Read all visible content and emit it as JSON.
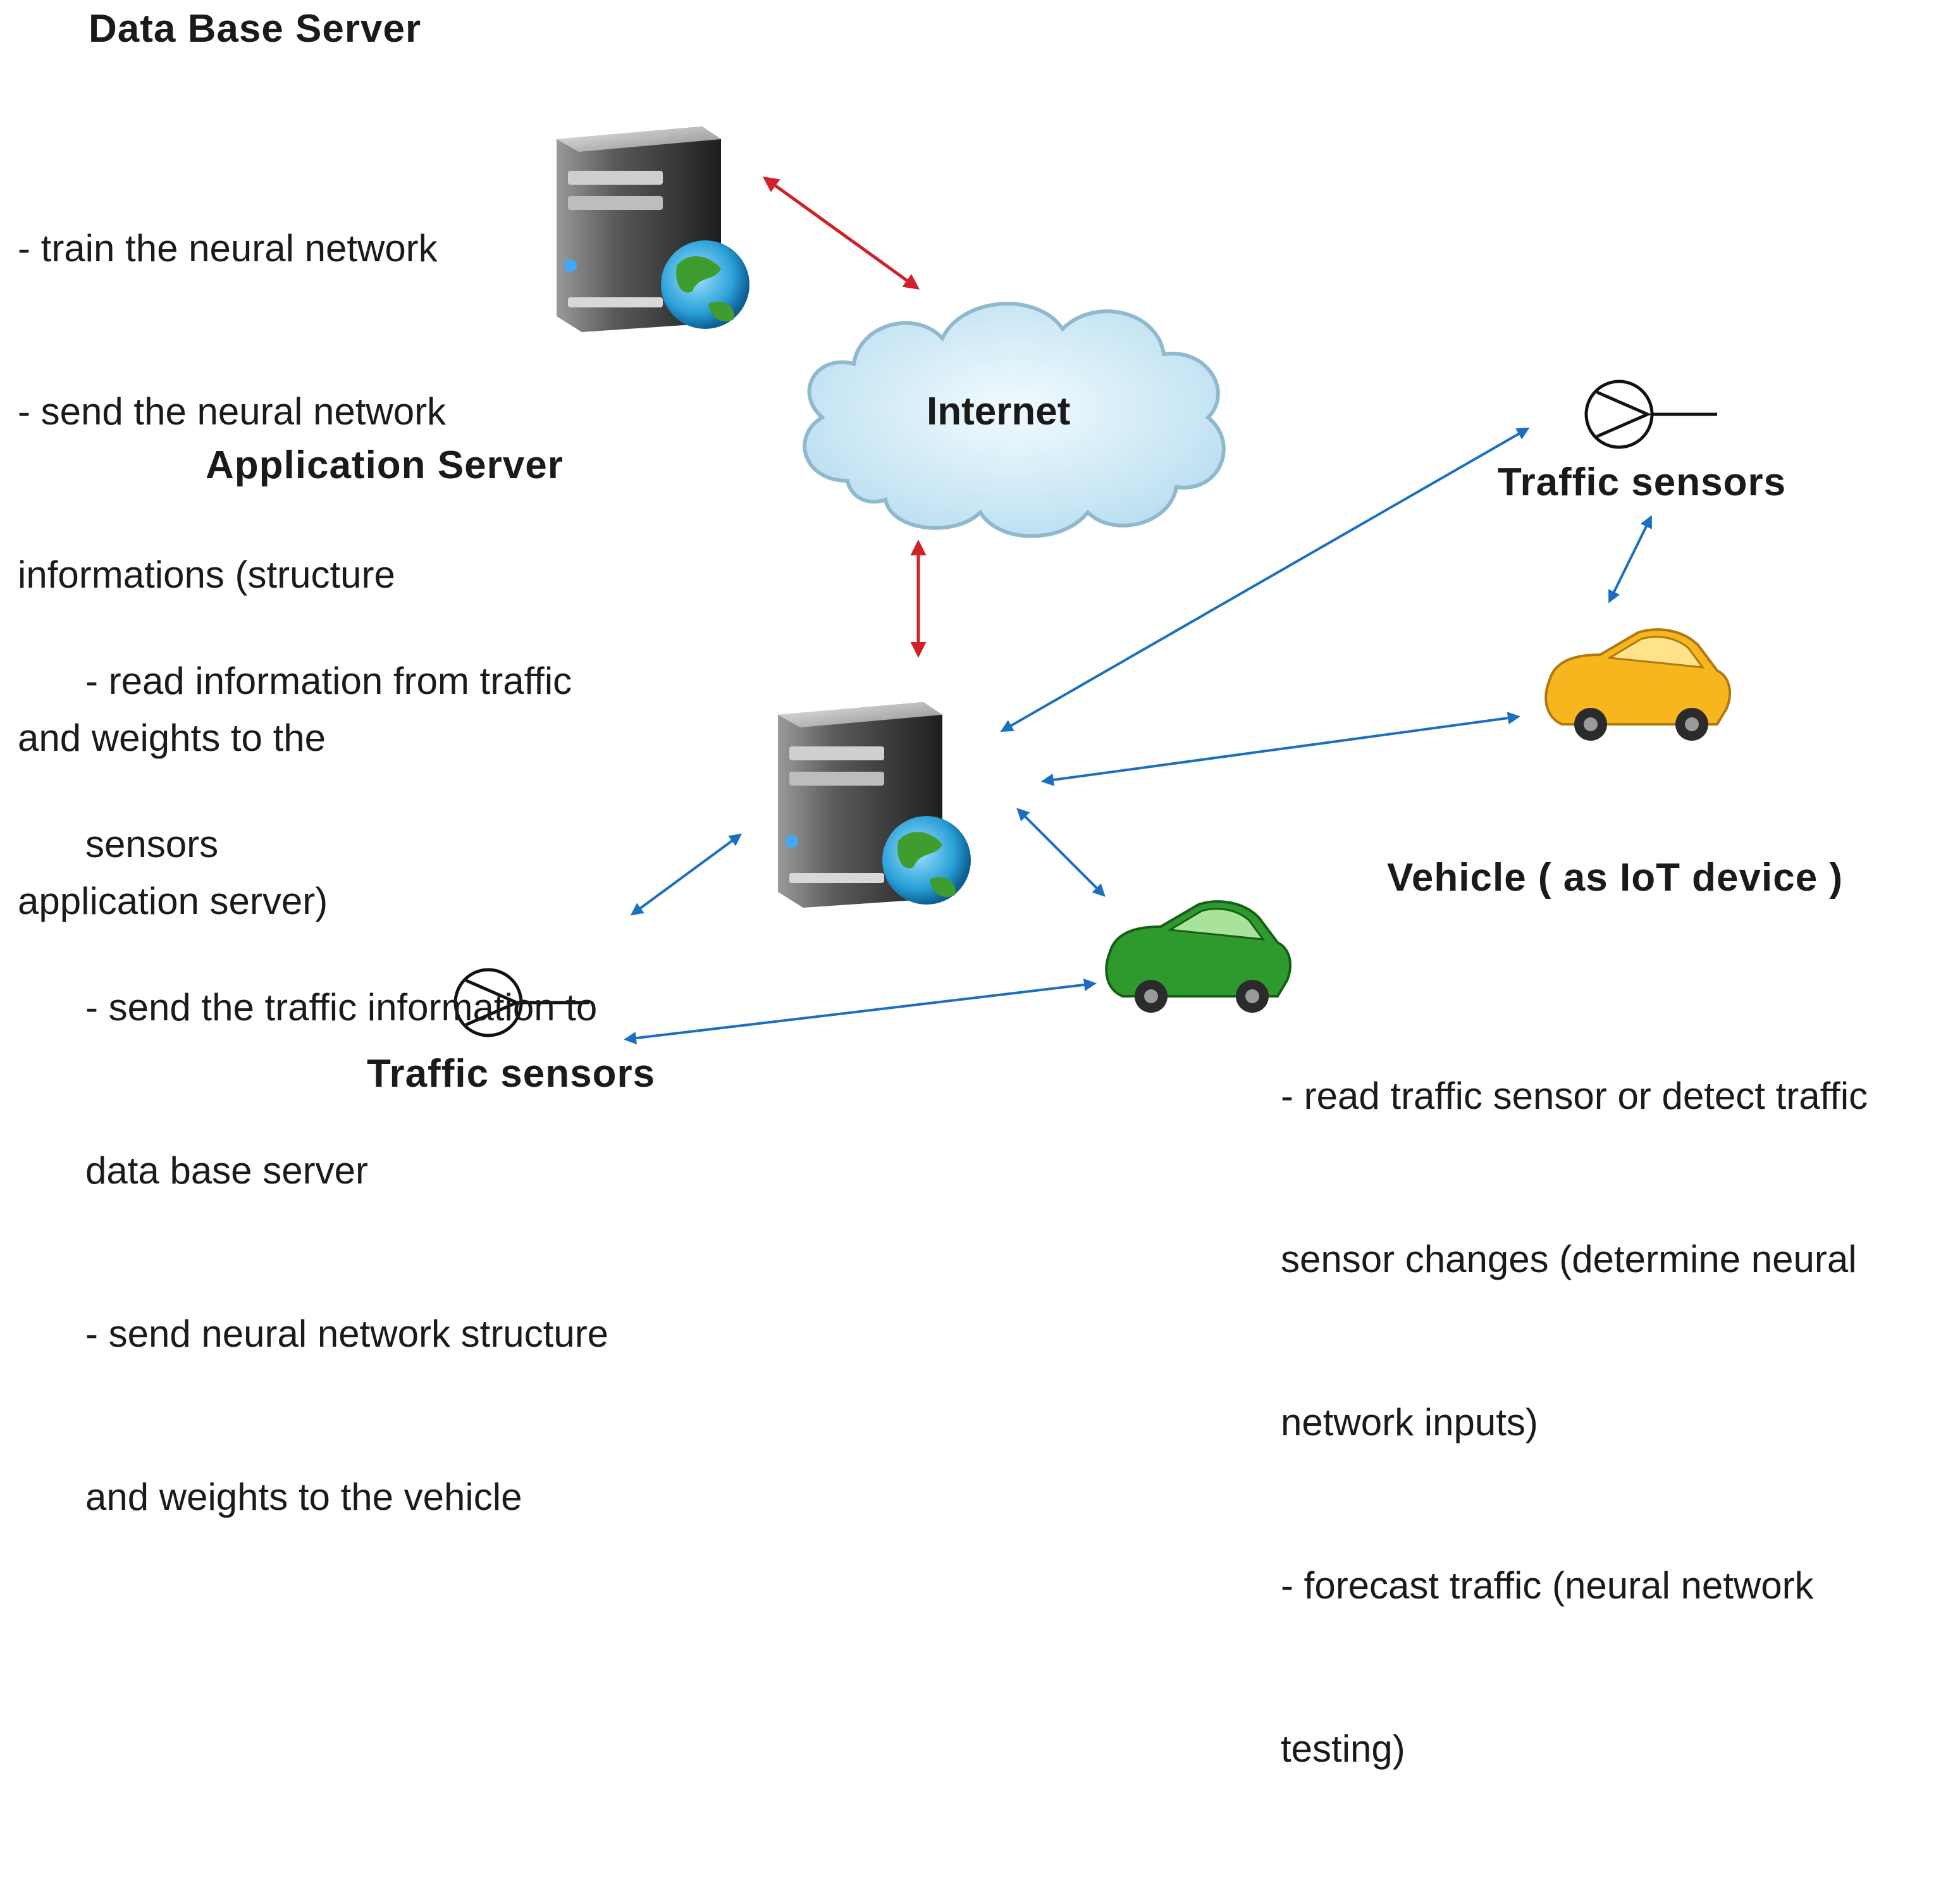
{
  "labels": {
    "db_server_title": "Data Base Server",
    "app_server_title": "Application Server",
    "internet": "Internet",
    "traffic_sensors_right": "Traffic sensors",
    "traffic_sensors_left": "Traffic sensors",
    "vehicle_title": "Vehicle ( as IoT device )"
  },
  "db_server_desc": [
    "- train the neural network",
    "- send the neural network",
    "informations (structure",
    "and weights to the",
    "application server)"
  ],
  "app_server_desc": [
    "- read information from traffic",
    "sensors",
    "- send the traffic information to",
    "data base server",
    "- send neural network structure",
    "and weights to the vehicle"
  ],
  "vehicle_desc": [
    "- read traffic sensor or detect traffic",
    "sensor changes (determine neural",
    "network inputs)",
    "- forecast traffic (neural network",
    "testing)"
  ],
  "colors": {
    "internet_link": "#d0202a",
    "local_link": "#1a6fc0",
    "cloud_fill": "#d6eef8",
    "car_yellow": "#f7b51e",
    "car_green": "#2e9a2e",
    "server_body": "#3a3a3a"
  },
  "icons": {
    "db_server": "server-globe-icon",
    "app_server": "server-globe-icon",
    "internet": "cloud-icon",
    "sensor": "traffic-sensor-icon",
    "vehicle_yellow": "car-icon",
    "vehicle_green": "car-icon"
  }
}
